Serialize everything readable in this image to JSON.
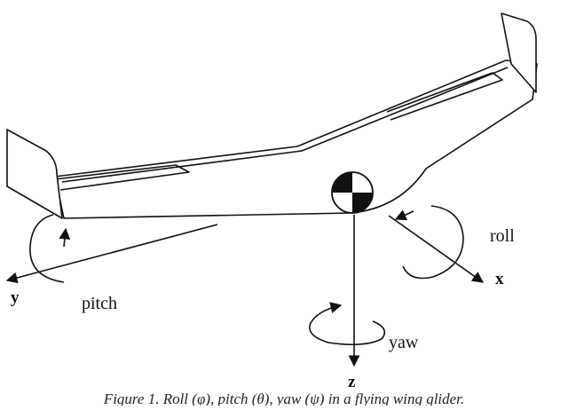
{
  "labels": {
    "roll": "roll",
    "pitch": "pitch",
    "yaw": "yaw",
    "x": "x",
    "y": "y",
    "z": "z"
  },
  "caption": "Figure 1. Roll (φ), pitch (θ), yaw (ψ) in a flying wing glider.",
  "colors": {
    "ink": "#111111",
    "background": "#ffffff"
  }
}
